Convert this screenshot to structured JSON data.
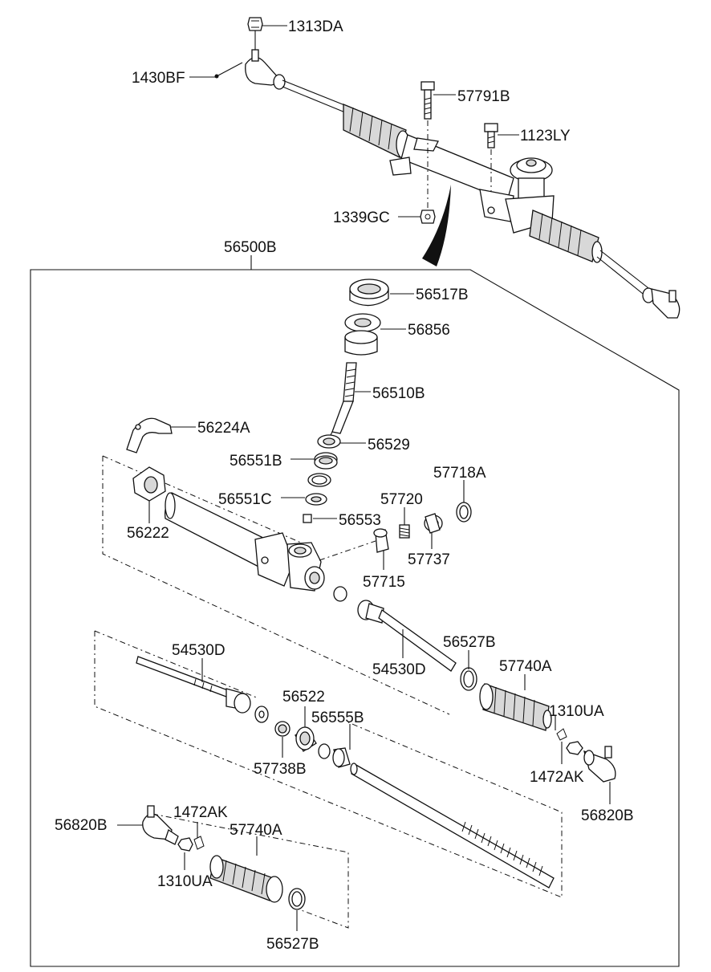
{
  "labels": {
    "l1313DA": "1313DA",
    "l1430BF": "1430BF",
    "l57791B": "57791B",
    "l1123LY": "1123LY",
    "l1339GC": "1339GC",
    "l56500B": "56500B",
    "l56517B": "56517B",
    "l56856": "56856",
    "l56510B": "56510B",
    "l56224A": "56224A",
    "l56529": "56529",
    "l56551B": "56551B",
    "l57718A": "57718A",
    "l56222": "56222",
    "l56551C": "56551C",
    "l57720": "57720",
    "l56553": "56553",
    "l57737": "57737",
    "l57715": "57715",
    "l54530D_a": "54530D",
    "l56527B_a": "56527B",
    "l54530D_b": "54530D",
    "l57740A_a": "57740A",
    "l56522": "56522",
    "l56555B": "56555B",
    "l1310UA_a": "1310UA",
    "l57738B": "57738B",
    "l1472AK_a": "1472AK",
    "l56820B_a": "56820B",
    "l56820B_b": "56820B",
    "l1472AK_b": "1472AK",
    "l57740A_b": "57740A",
    "l1310UA_b": "1310UA",
    "l56527B_b": "56527B"
  }
}
